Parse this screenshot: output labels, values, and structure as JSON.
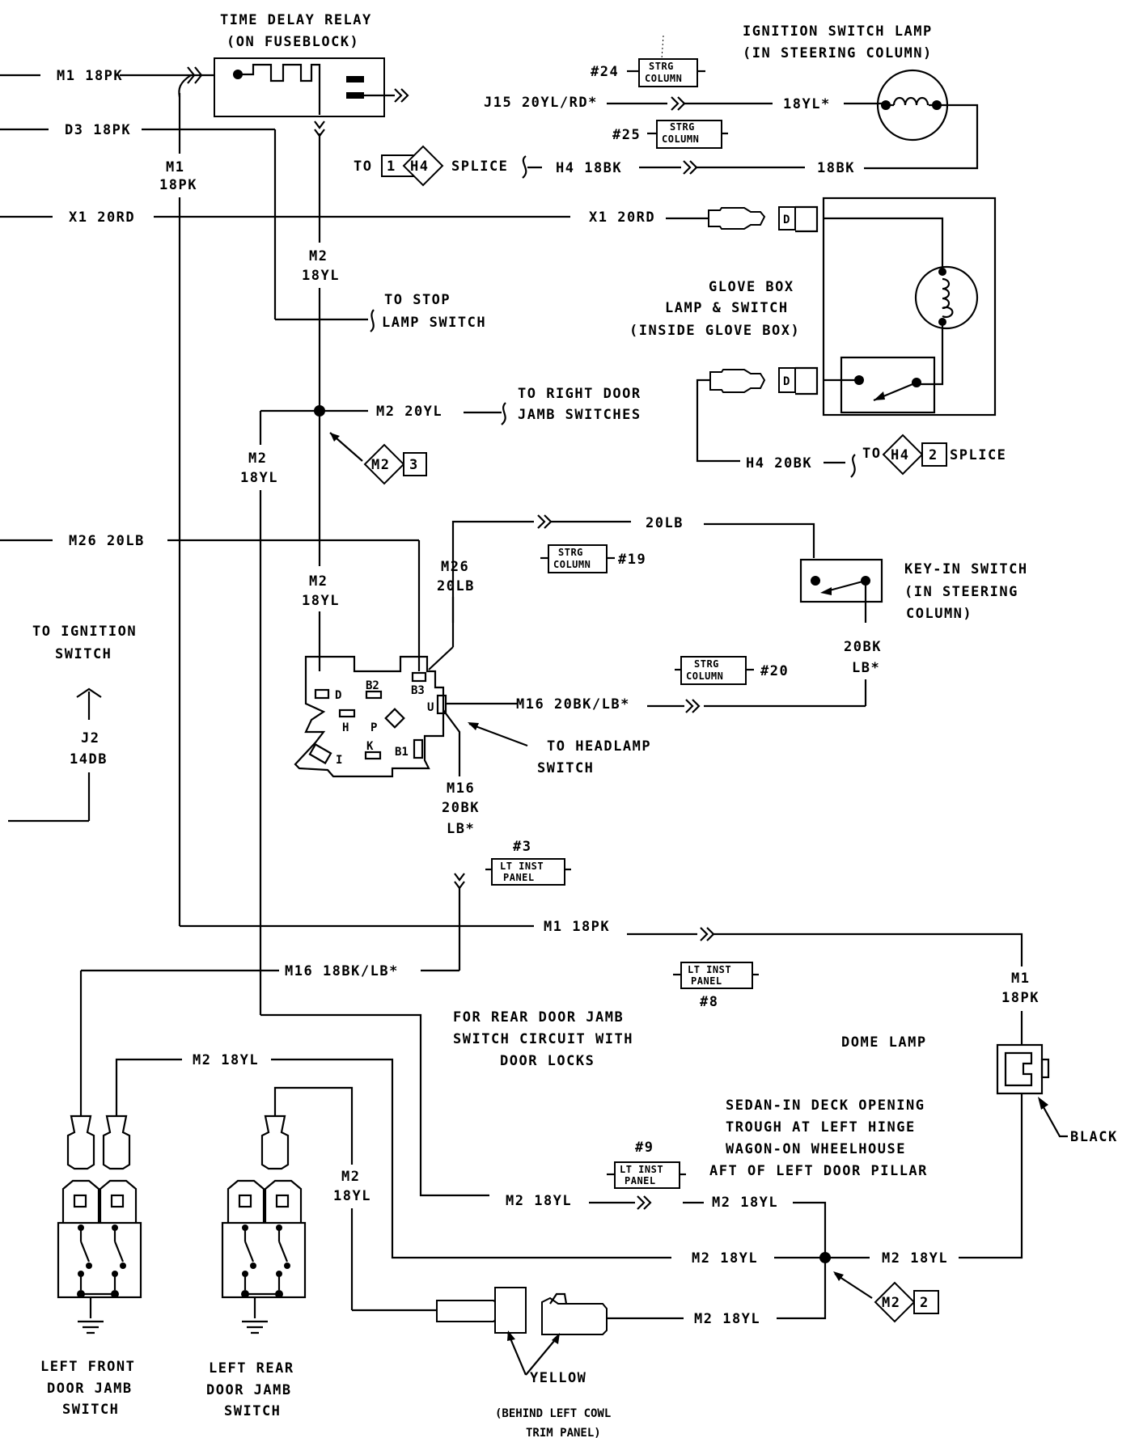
{
  "relay": {
    "title": "TIME DELAY RELAY",
    "subtitle": "(ON FUSEBLOCK)"
  },
  "ignition_lamp": {
    "title": "IGNITION SWITCH LAMP",
    "subtitle": "(IN STEERING COLUMN)"
  },
  "glove_box": {
    "line1": "GLOVE BOX",
    "line2": "LAMP & SWITCH",
    "line3": "(INSIDE GLOVE BOX)"
  },
  "key_in": {
    "line1": "KEY-IN SWITCH",
    "line2": "(IN STEERING",
    "line3": "COLUMN)"
  },
  "ignition_switch": {
    "line1": "TO IGNITION",
    "line2": "SWITCH"
  },
  "dome": {
    "title": "DOME LAMP",
    "black": "BLACK"
  },
  "sedan_note": {
    "line1": "SEDAN-IN DECK OPENING",
    "line2": "TROUGH AT LEFT HINGE",
    "line3": "WAGON-ON WHEELHOUSE",
    "line4": "AFT OF LEFT DOOR PILLAR"
  },
  "rear_note": {
    "line1": "FOR REAR DOOR JAMB",
    "line2": "SWITCH CIRCUIT WITH",
    "line3": "DOOR LOCKS"
  },
  "lf_switch": {
    "line1": "LEFT FRONT",
    "line2": "DOOR JAMB",
    "line3": "SWITCH"
  },
  "lr_switch": {
    "line1": "LEFT REAR",
    "line2": "DOOR JAMB",
    "line3": "SWITCH"
  },
  "cowl": {
    "yellow": "YELLOW",
    "line1": "(BEHIND LEFT COWL",
    "line2": "TRIM PANEL)"
  },
  "headlamp": {
    "line1": "TO HEADLAMP",
    "line2": "SWITCH"
  },
  "stop_lamp": {
    "line1": "TO STOP",
    "line2": "LAMP SWITCH"
  },
  "right_door": {
    "line1": "TO RIGHT DOOR",
    "line2": "JAMB SWITCHES"
  },
  "wires": {
    "m1_18pk": "M1 18PK",
    "d3_18pk": "D3 18PK",
    "x1_20rd": "X1 20RD",
    "m26_20lb": "M26 20LB",
    "j15": "J15 20YL/RD*",
    "yl18star": "18YL*",
    "h4_18bk": "H4 18BK",
    "bk18": "18BK",
    "x1_20rd_r": "X1 20RD",
    "m2_20yl": "M2 20YL",
    "h4_20bk": "H4 20BK",
    "lb20": "20LB",
    "m16_20bklb": "M16 20BK/LB*",
    "m1_18pk_b": "M1 18PK",
    "m16_18bklb": "M16 18BK/LB*",
    "m2_18yl": "M2 18YL",
    "to": "TO",
    "splice": "SPLICE",
    "m1": "M1",
    "pk18": "18PK",
    "m2": "M2",
    "yl18": "18YL",
    "m26": "M26",
    "lb20v": "20LB",
    "m16": "M16",
    "bk20": "20BK",
    "lbstar": "LB*",
    "j2": "J2",
    "db14": "14DB"
  },
  "connectors": {
    "strg": "STRG",
    "column": "COLUMN",
    "lt_inst": "LT INST",
    "panel": "PANEL",
    "n24": "#24",
    "n25": "#25",
    "n19": "#19",
    "n20": "#20",
    "n3": "#3",
    "n8": "#8",
    "n9": "#9"
  },
  "splices": {
    "h4": "H4",
    "m2": "M2",
    "one": "1",
    "two": "2",
    "three": "3"
  },
  "switch_terminals": {
    "d": "D",
    "b2": "B2",
    "b3": "B3",
    "u": "U",
    "h": "H",
    "p": "P",
    "k": "K",
    "b1": "B1",
    "i": "I"
  }
}
